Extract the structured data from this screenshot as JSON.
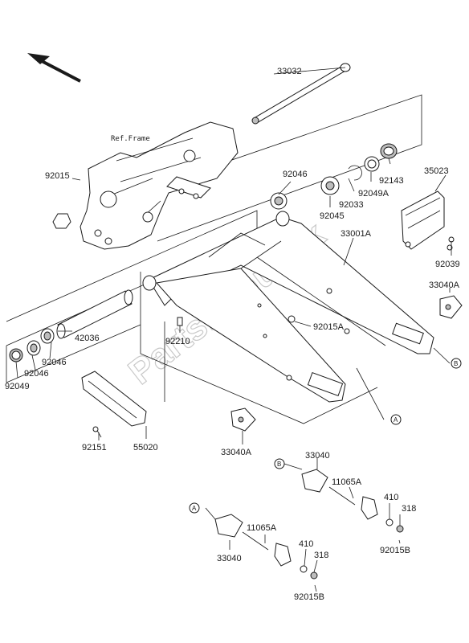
{
  "diagram": {
    "watermark": "PartsRepublik",
    "ref_frame": "Ref.Frame",
    "callouts": {
      "a": "A",
      "b": "B"
    },
    "labels": {
      "p33032": "33032",
      "p92015": "92015",
      "p92046_top": "92046",
      "p92045": "92045",
      "p92033": "92033",
      "p92049a": "92049A",
      "p92143": "92143",
      "p35023": "35023",
      "p33001a": "33001A",
      "p92039": "92039",
      "p33040a_right": "33040A",
      "p92015a": "92015A",
      "p92210": "92210",
      "p42036": "42036",
      "p92046_mid": "92046",
      "p92046_low": "92046",
      "p92049": "92049",
      "p92151": "92151",
      "p55020": "55020",
      "p33040a_low": "33040A",
      "p33040_right": "33040",
      "p11065a_right": "11065A",
      "p410_right": "410",
      "p318_right": "318",
      "p92015b_right": "92015B",
      "p33040_left": "33040",
      "p11065a_left": "11065A",
      "p410_left": "410",
      "p318_left": "318",
      "p92015b_left": "92015B"
    }
  }
}
